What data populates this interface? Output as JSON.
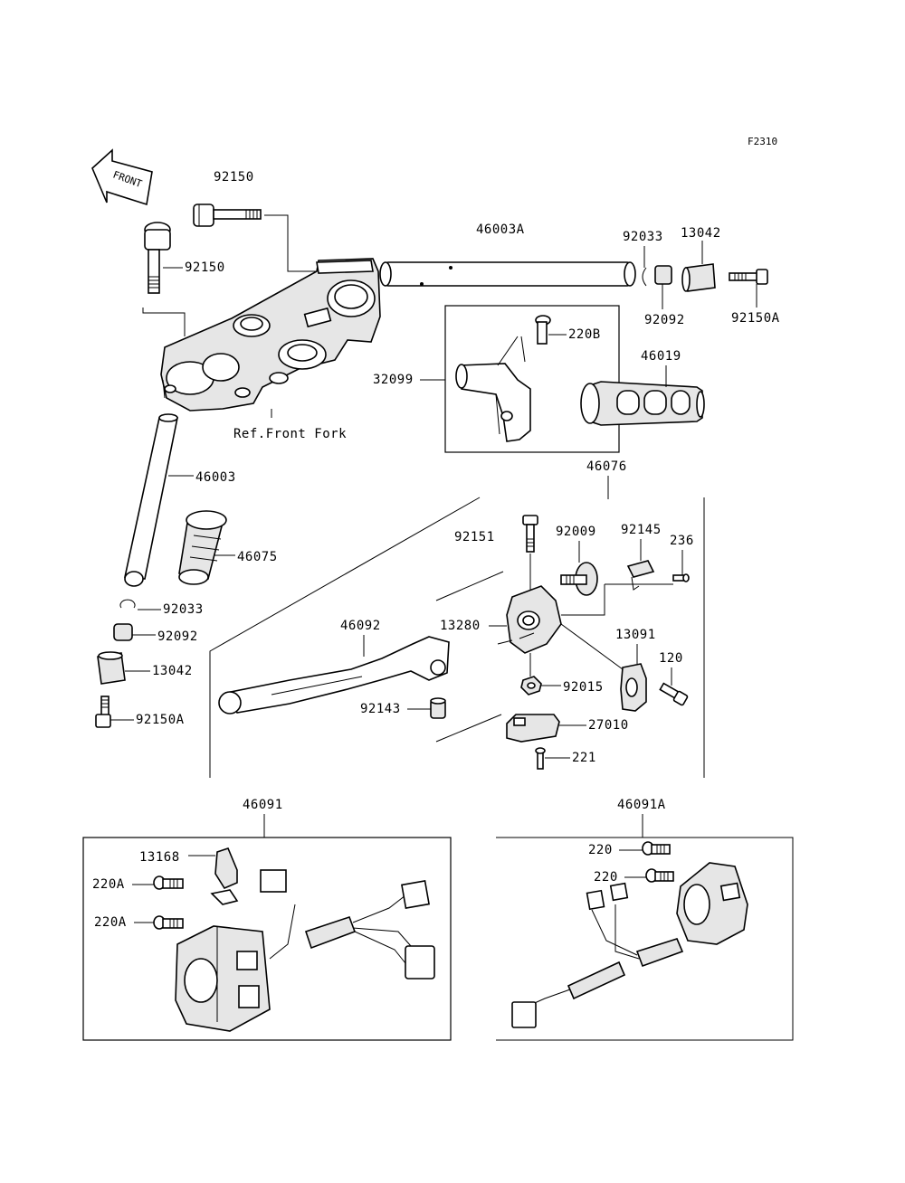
{
  "figure_code": "F2310",
  "front_arrow": {
    "label": "FRONT",
    "icon": "front-arrow-icon"
  },
  "labels": {
    "p92150_top": "92150",
    "p92150_left": "92150",
    "p46003A": "46003A",
    "p92033_right": "92033",
    "p13042_right": "13042",
    "p92092_right": "92092",
    "p92150A_right": "92150A",
    "p220B": "220B",
    "p32099": "32099",
    "p46019": "46019",
    "ref_front_fork": "Ref.Front Fork",
    "p46003": "46003",
    "p46075": "46075",
    "p92033_left": "92033",
    "p92092_left": "92092",
    "p13042_left": "13042",
    "p92150A_left": "92150A",
    "p46076": "46076",
    "p92151": "92151",
    "p92009": "92009",
    "p92145": "92145",
    "p236": "236",
    "p46092": "46092",
    "p13280": "13280",
    "p13091": "13091",
    "p120": "120",
    "p92143": "92143",
    "p92015": "92015",
    "p27010": "27010",
    "p221": "221",
    "p46091": "46091",
    "p13168": "13168",
    "p220A_1": "220A",
    "p220A_2": "220A",
    "p46091A": "46091A",
    "p220_1": "220",
    "p220_2": "220"
  }
}
